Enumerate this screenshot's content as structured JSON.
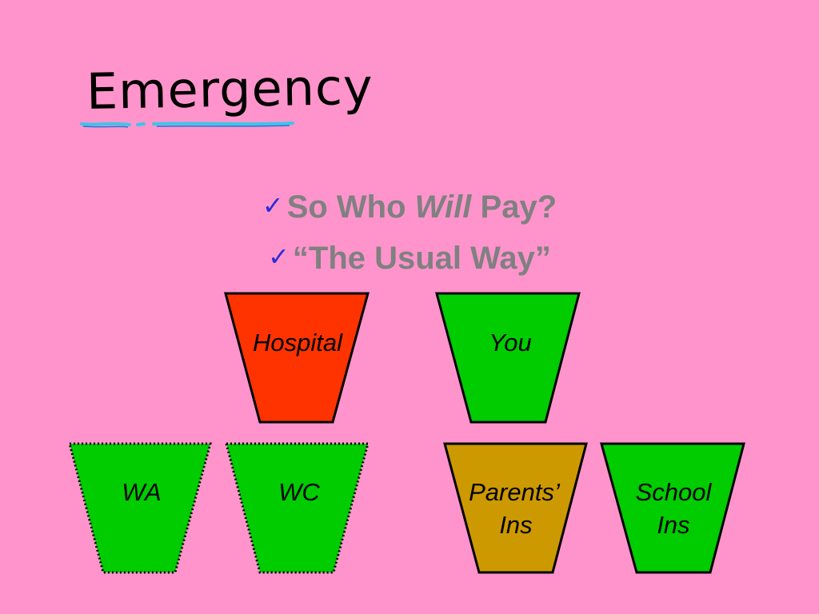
{
  "slide": {
    "background": "#ff94cc",
    "title": "Emergency",
    "underline_color": "#3fc4e8"
  },
  "bullets": [
    {
      "icon": "check-icon",
      "parts": [
        "So Who ",
        "Will",
        " Pay?"
      ]
    },
    {
      "icon": "check-icon",
      "text": "“The Usual Way”"
    }
  ],
  "buckets": [
    {
      "id": "hospital",
      "lines": [
        "Hospital"
      ],
      "fill": "#ff3300",
      "border": "solid"
    },
    {
      "id": "you",
      "lines": [
        "You"
      ],
      "fill": "#00cc00",
      "border": "solid"
    },
    {
      "id": "wa",
      "lines": [
        "WA"
      ],
      "fill": "#00cc00",
      "border": "dotted"
    },
    {
      "id": "wc",
      "lines": [
        "WC"
      ],
      "fill": "#00cc00",
      "border": "dotted"
    },
    {
      "id": "parents-ins",
      "lines": [
        "Parents’",
        "Ins"
      ],
      "fill": "#cc9900",
      "border": "solid"
    },
    {
      "id": "school-ins",
      "lines": [
        "School",
        "Ins"
      ],
      "fill": "#00cc00",
      "border": "solid"
    }
  ]
}
